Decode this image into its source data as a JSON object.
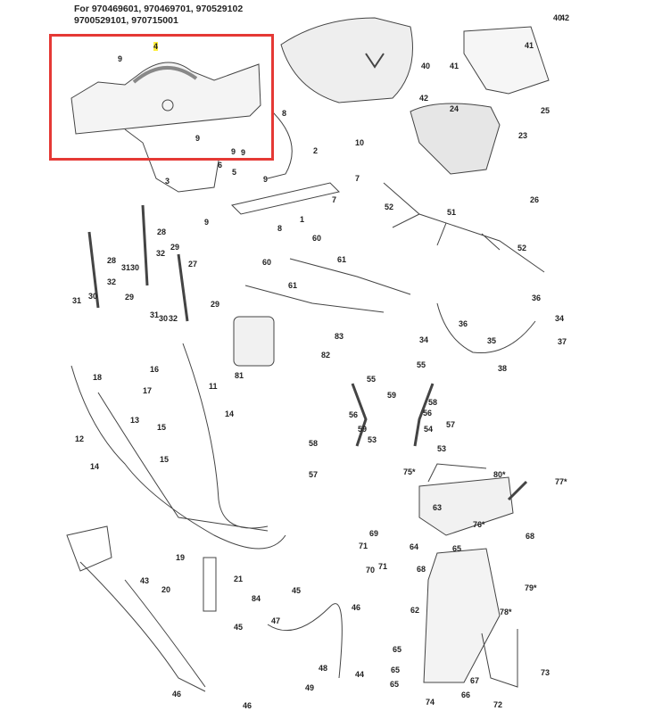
{
  "header": {
    "line1": "For 970469601, 970469701, 970529102",
    "line2": "9700529101, 970715001"
  },
  "highlight_color": "#e53935",
  "highlighted_label": "4",
  "labels": [
    "4",
    "9",
    "9",
    "9",
    "9",
    "9",
    "9",
    "8",
    "8",
    "2",
    "3",
    "5",
    "6",
    "7",
    "7",
    "1",
    "10",
    "40",
    "42",
    "41",
    "40",
    "41",
    "42",
    "24",
    "25",
    "23",
    "26",
    "52",
    "51",
    "52",
    "60",
    "60",
    "61",
    "61",
    "83",
    "82",
    "81",
    "28",
    "29",
    "27",
    "28",
    "32",
    "30",
    "31",
    "32",
    "29",
    "30",
    "31",
    "29",
    "31",
    "30",
    "32",
    "36",
    "34",
    "36",
    "37",
    "34",
    "35",
    "38",
    "18",
    "16",
    "17",
    "13",
    "12",
    "11",
    "14",
    "15",
    "15",
    "14",
    "55",
    "55",
    "59",
    "56",
    "56",
    "58",
    "59",
    "53",
    "58",
    "57",
    "57",
    "54",
    "53",
    "75*",
    "80*",
    "77*",
    "76*",
    "63",
    "68",
    "69",
    "71",
    "71",
    "70",
    "64",
    "65",
    "68",
    "79*",
    "78*",
    "19",
    "21",
    "20",
    "43",
    "84",
    "45",
    "46",
    "47",
    "45",
    "62",
    "48",
    "49",
    "44",
    "46",
    "46",
    "65",
    "65",
    "65",
    "66",
    "67",
    "74",
    "72",
    "73"
  ]
}
